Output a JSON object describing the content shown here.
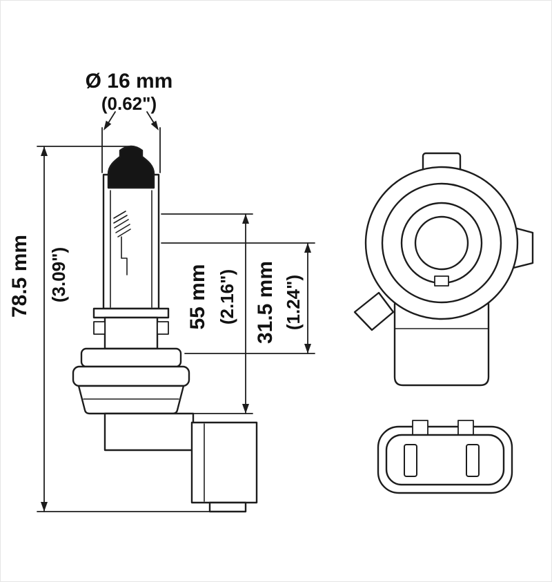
{
  "page": {
    "background_color": "#ffffff",
    "border_color": "#e5e5e5"
  },
  "diagram": {
    "kind": "technical-drawing",
    "stroke_color": "#1c1c1c",
    "dimensions": {
      "diameter": {
        "metric": "Ø 16 mm",
        "imperial": "(0.62\")"
      },
      "overall_length": {
        "metric": "78.5 mm",
        "imperial": "(3.09\")"
      },
      "glass_length": {
        "metric": "55 mm",
        "imperial": "(2.16\")"
      },
      "base_length": {
        "metric": "31.5 mm",
        "imperial": "(1.24\")"
      }
    }
  }
}
